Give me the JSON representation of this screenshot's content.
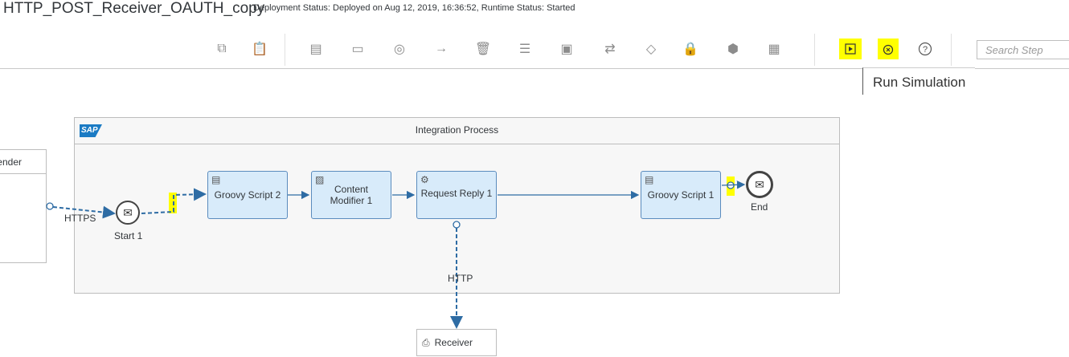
{
  "header": {
    "title": "HTTP_POST_Receiver_OAUTH_copy",
    "status": "Deployment Status: Deployed on Aug 12, 2019, 16:36:52, Runtime Status: Started"
  },
  "toolbar": {
    "search_placeholder": "Search Step",
    "tooltip": "Run Simulation",
    "highlight_color": "#ffff00"
  },
  "diagram": {
    "sender_label": "Sender",
    "process_title": "Integration Process",
    "logo_text": "SAP",
    "start_label": "Start 1",
    "end_label": "End",
    "sender_channel": "HTTPS",
    "receiver_channel": "HTTP",
    "receiver_label": "Receiver",
    "steps": [
      "Groovy Script 2",
      "Content Modifier 1",
      "Request Reply 1",
      "Groovy Script 1"
    ]
  }
}
